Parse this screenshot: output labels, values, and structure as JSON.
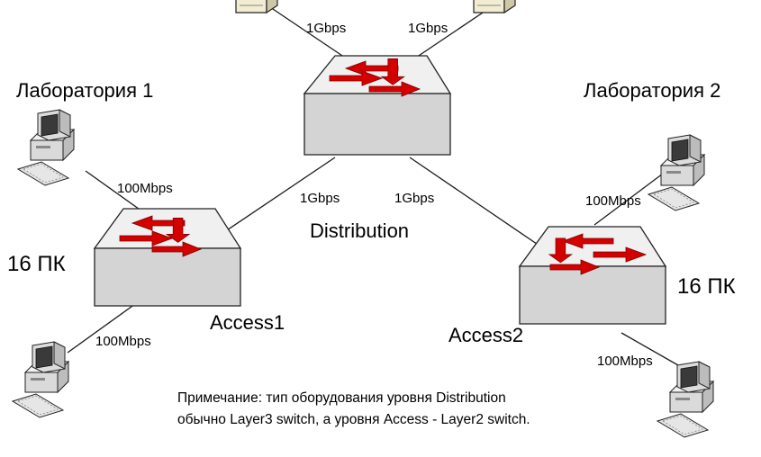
{
  "labs": {
    "lab1": "Лаборатория 1",
    "lab2": "Лаборатория 2"
  },
  "switches": {
    "distribution": "Distribution",
    "access1": "Access1",
    "access2": "Access2"
  },
  "pc_counts": {
    "left": "16 ПК",
    "right": "16 ПК"
  },
  "links": {
    "server_left": "1Gbps",
    "server_right": "1Gbps",
    "dist_access1": "1Gbps",
    "dist_access2": "1Gbps",
    "lab1_pc_top": "100Mbps",
    "lab1_pc_bottom": "100Mbps",
    "lab2_pc_top": "100Mbps",
    "lab2_pc_bottom": "100Mbps"
  },
  "note": {
    "line1": "Примечание: тип оборудования уровня Distribution",
    "line2": "обычно Layer3 switch, а уровня Access - Layer2 switch."
  },
  "colors": {
    "arrow": "#d40000",
    "switch_top": "#efefef",
    "switch_side": "#c9c9c9",
    "pc_body": "#e4e4e4",
    "server_body": "#f1ecd2"
  }
}
